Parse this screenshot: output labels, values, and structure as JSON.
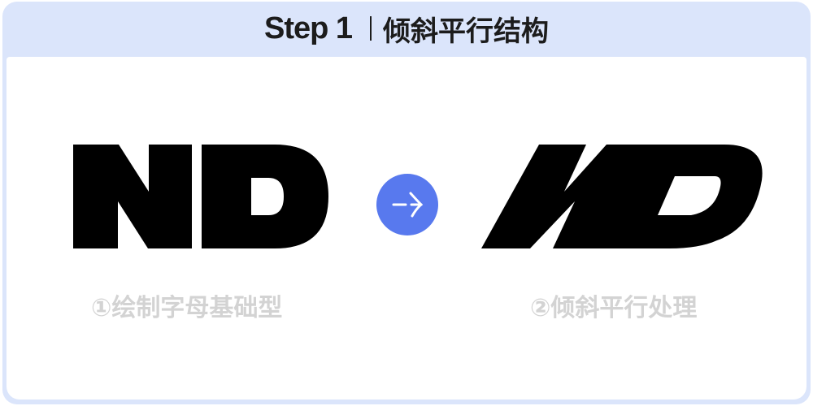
{
  "header": {
    "step_label": "Step 1",
    "title": "倾斜平行结构"
  },
  "before": {
    "letters": "ND",
    "caption": "①绘制字母基础型"
  },
  "after": {
    "letters": "ND",
    "caption": "②倾斜平行处理"
  },
  "arrow": {
    "icon": "arrow-merge-icon"
  },
  "colors": {
    "card_background": "#dbe5fb",
    "panel_background": "#ffffff",
    "glyph": "#000000",
    "arrow_circle": "#5879ee",
    "caption": "#d3d3d3"
  }
}
